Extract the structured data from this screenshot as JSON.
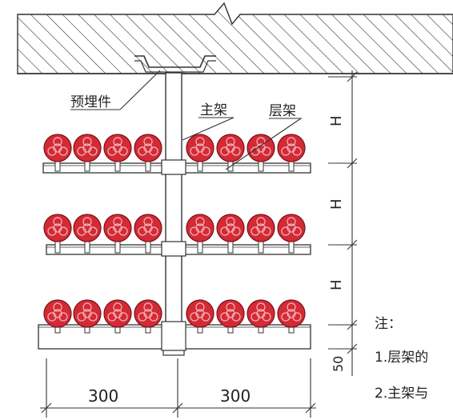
{
  "labels": {
    "embedded_part": "预埋件",
    "main_support": "主架",
    "tier_support": "层架"
  },
  "dimensions": {
    "tier_spacing": "H",
    "bottom_offset": "50",
    "left_width": "300",
    "right_width": "300"
  },
  "notes": {
    "title": "注：",
    "item1": "1.层架的",
    "item2": "2.主架与"
  },
  "colors": {
    "cable": "#d42a35",
    "line": "#333333"
  },
  "cables_per_side": 4
}
